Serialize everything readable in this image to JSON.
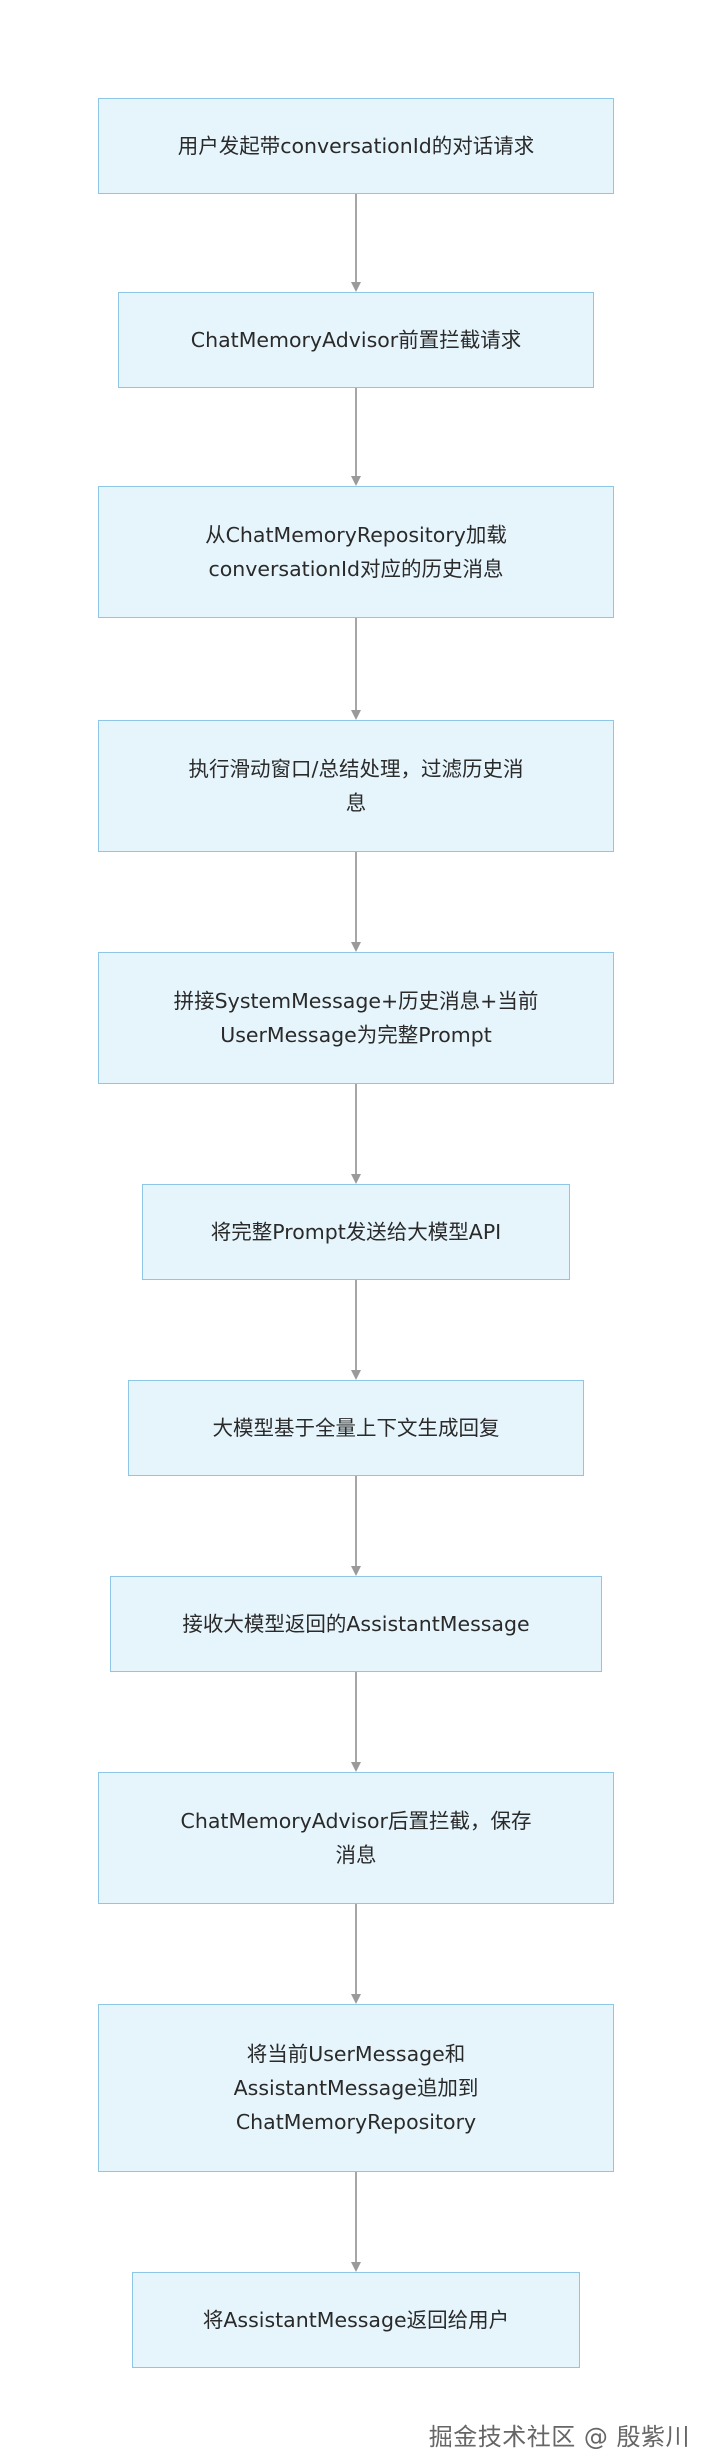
{
  "flowchart": {
    "nodes": [
      {
        "id": "n1",
        "text": "用户发起带conversationId的对话请求"
      },
      {
        "id": "n2",
        "text": "ChatMemoryAdvisor前置拦截请求"
      },
      {
        "id": "n3",
        "text": "从ChatMemoryRepository加载\nconversationId对应的历史消息"
      },
      {
        "id": "n4",
        "text": "执行滑动窗口/总结处理，过滤历史消\n息"
      },
      {
        "id": "n5",
        "text": "拼接SystemMessage+历史消息+当前\nUserMessage为完整Prompt"
      },
      {
        "id": "n6",
        "text": "将完整Prompt发送给大模型API"
      },
      {
        "id": "n7",
        "text": "大模型基于全量上下文生成回复"
      },
      {
        "id": "n8",
        "text": "接收大模型返回的AssistantMessage"
      },
      {
        "id": "n9",
        "text": "ChatMemoryAdvisor后置拦截，保存\n消息"
      },
      {
        "id": "n10",
        "text": "将当前UserMessage和\nAssistantMessage追加到\nChatMemoryRepository"
      },
      {
        "id": "n11",
        "text": "将AssistantMessage返回给用户"
      }
    ],
    "edges": [
      [
        "n1",
        "n2"
      ],
      [
        "n2",
        "n3"
      ],
      [
        "n3",
        "n4"
      ],
      [
        "n4",
        "n5"
      ],
      [
        "n5",
        "n6"
      ],
      [
        "n6",
        "n7"
      ],
      [
        "n7",
        "n8"
      ],
      [
        "n8",
        "n9"
      ],
      [
        "n9",
        "n10"
      ],
      [
        "n10",
        "n11"
      ]
    ]
  },
  "watermark": "掘金技术社区 @ 殷紫川",
  "colors": {
    "node_fill": "#e6f5fc",
    "node_border": "#8fc6e6",
    "edge": "#a6a6a6",
    "text": "#2a2a2a"
  }
}
